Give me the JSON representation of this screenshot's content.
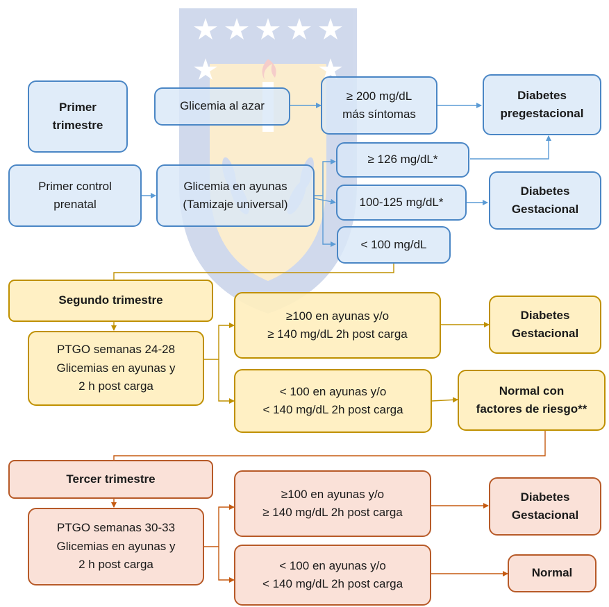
{
  "colors": {
    "blue_fill": "#d9e8f8",
    "blue_border": "#4a86c5",
    "blue_arrow": "#5b9bd5",
    "yellow_fill": "#ffeebe",
    "yellow_border": "#bf9000",
    "orange_fill": "#fadbd0",
    "orange_border": "#b75a28",
    "watermark_blue": "#3a5eb0",
    "watermark_gold": "#f2b632"
  },
  "watermark": {
    "icon": "university-shield-watermark-icon"
  },
  "first_trimester": {
    "header": [
      "Primer",
      "trimestre"
    ],
    "first_control": [
      "Primer control",
      "prenatal"
    ],
    "random_glycemia": [
      "Glicemia al azar"
    ],
    "random_result": [
      "≥ 200 mg/dL",
      "más síntomas"
    ],
    "pregestational": [
      "Diabetes",
      "pregestacional"
    ],
    "fasting_glycemia": [
      "Glicemia en ayunas",
      "(Tamizaje universal)"
    ],
    "fasting_126": [
      "≥ 126 mg/dL*"
    ],
    "fasting_100_125": [
      "100-125 mg/dL*"
    ],
    "gestational": [
      "Diabetes",
      "Gestacional"
    ],
    "fasting_below_100": [
      "< 100 mg/dL"
    ]
  },
  "second_trimester": {
    "header": [
      "Segundo trimestre"
    ],
    "ptgo": [
      "PTGO semanas 24-28",
      "Glicemias en ayunas y",
      "2 h post carga"
    ],
    "abnormal": [
      "≥100 en ayunas y/o",
      "≥ 140 mg/dL 2h post carga"
    ],
    "normal": [
      "< 100 en ayunas y/o",
      "< 140 mg/dL 2h post carga"
    ],
    "gestational": [
      "Diabetes",
      "Gestacional"
    ],
    "risk": [
      "Normal con",
      "factores de riesgo**"
    ]
  },
  "third_trimester": {
    "header": [
      "Tercer trimestre"
    ],
    "ptgo": [
      "PTGO semanas 30-33",
      "Glicemias en ayunas y",
      "2 h post carga"
    ],
    "abnormal": [
      "≥100 en ayunas y/o",
      "≥ 140 mg/dL 2h post carga"
    ],
    "normal": [
      "< 100 en ayunas y/o",
      "< 140 mg/dL 2h post carga"
    ],
    "gestational": [
      "Diabetes",
      "Gestacional"
    ],
    "result_normal": [
      "Normal"
    ]
  }
}
